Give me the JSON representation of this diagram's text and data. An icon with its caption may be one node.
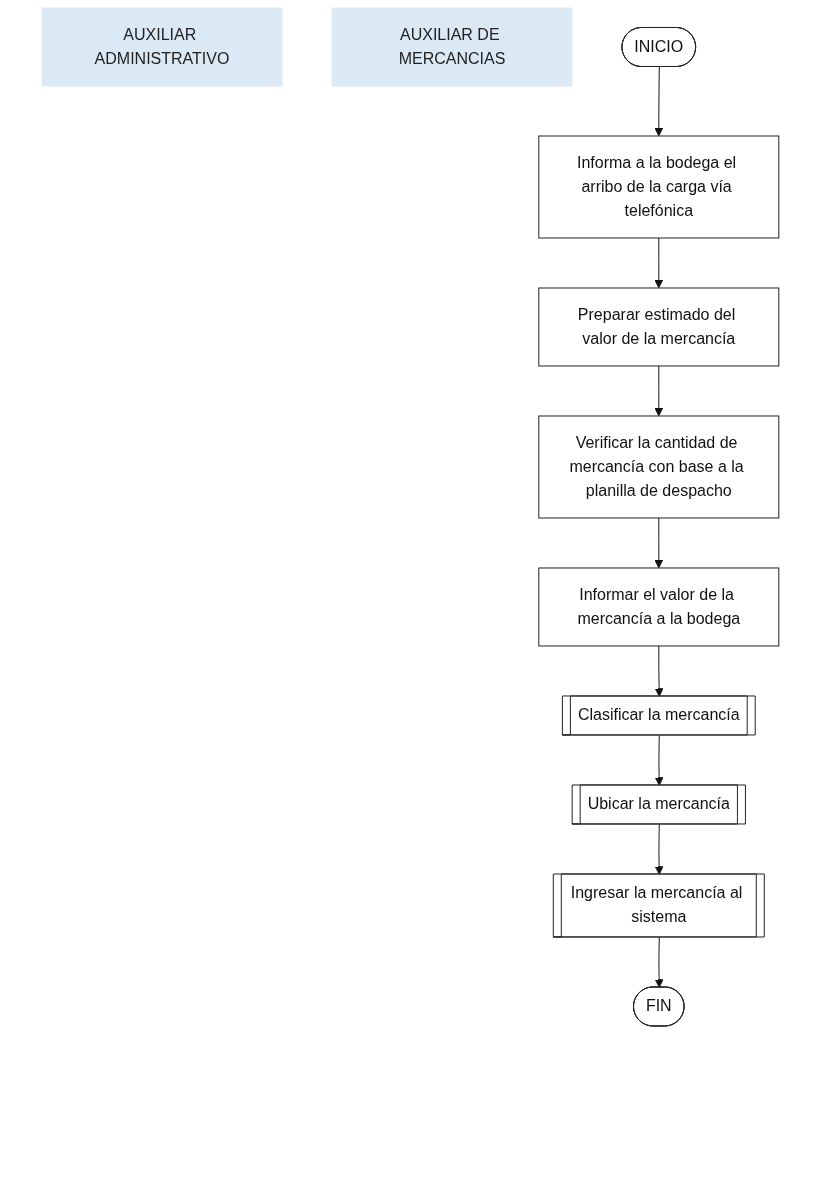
{
  "diagram": {
    "nodes": [
      {
        "text": [
          "AUXILIAR ADMINISTRATIVO"
        ]
      },
      {
        "text": [
          "AUXILIAR DE MERCANCIAS"
        ]
      },
      {
        "text": [
          "INICIO"
        ]
      },
      {
        "text": [
          "Informa a la bodega el arribo de la carga vía telefónica"
        ]
      },
      {
        "text": [
          "Preparar estimado del valor de la mercancía"
        ]
      },
      {
        "text": [
          "Verificar la cantidad de mercancía con base a la planilla de despacho"
        ]
      },
      {
        "text": [
          "Informar el valor de la mercancía a la bodega"
        ]
      },
      {
        "text": [
          "Clasificar la mercancía"
        ]
      },
      {
        "text": [
          "Ubicar la mercancía"
        ]
      },
      {
        "text": [
          "Ingresar la mercancía al sistema"
        ]
      },
      {
        "text": [
          "FIN"
        ]
      }
    ],
    "edges": [
      {
        "from": 2,
        "to": 3,
        "arrow": "to"
      },
      {
        "from": 3,
        "to": 4,
        "arrow": "to"
      },
      {
        "from": 4,
        "to": 5,
        "arrow": "to"
      },
      {
        "from": 5,
        "to": 6,
        "arrow": "to"
      },
      {
        "from": 6,
        "to": 7,
        "arrow": "to"
      },
      {
        "from": 7,
        "to": 8,
        "arrow": "to"
      },
      {
        "from": 8,
        "to": 9,
        "arrow": "to"
      },
      {
        "from": 9,
        "to": 10,
        "arrow": "to"
      }
    ]
  }
}
